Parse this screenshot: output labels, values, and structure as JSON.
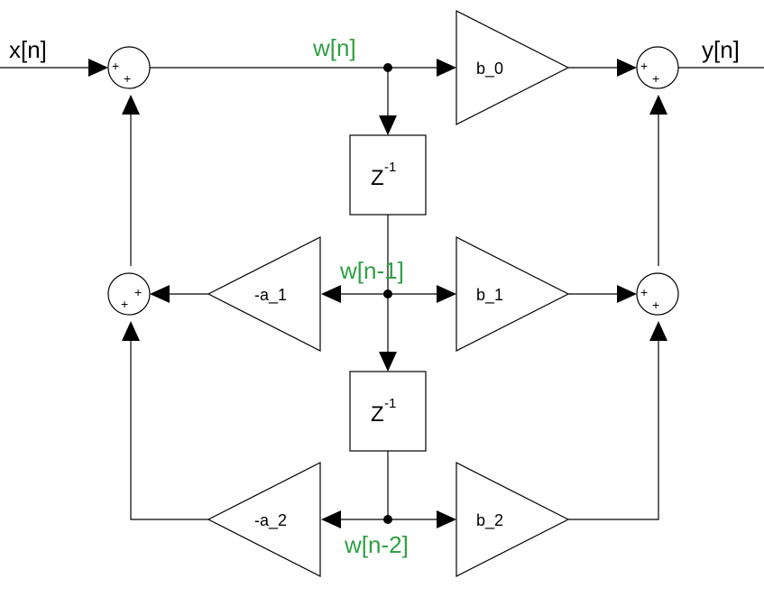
{
  "io": {
    "input": "x[n]",
    "output": "y[n]"
  },
  "signals": {
    "w0": "w[n]",
    "w1": "w[n-1]",
    "w2": "w[n-2]"
  },
  "gains": {
    "b0": "b_0",
    "b1": "b_1",
    "b2": "b_2",
    "a1": "-a_1",
    "a2": "-a_2"
  },
  "delays": {
    "base": "Z",
    "exponent": "-1"
  },
  "sum_signs": {
    "plus": "+"
  },
  "colors": {
    "signal_label": "#2ea043",
    "line": "#000000"
  }
}
